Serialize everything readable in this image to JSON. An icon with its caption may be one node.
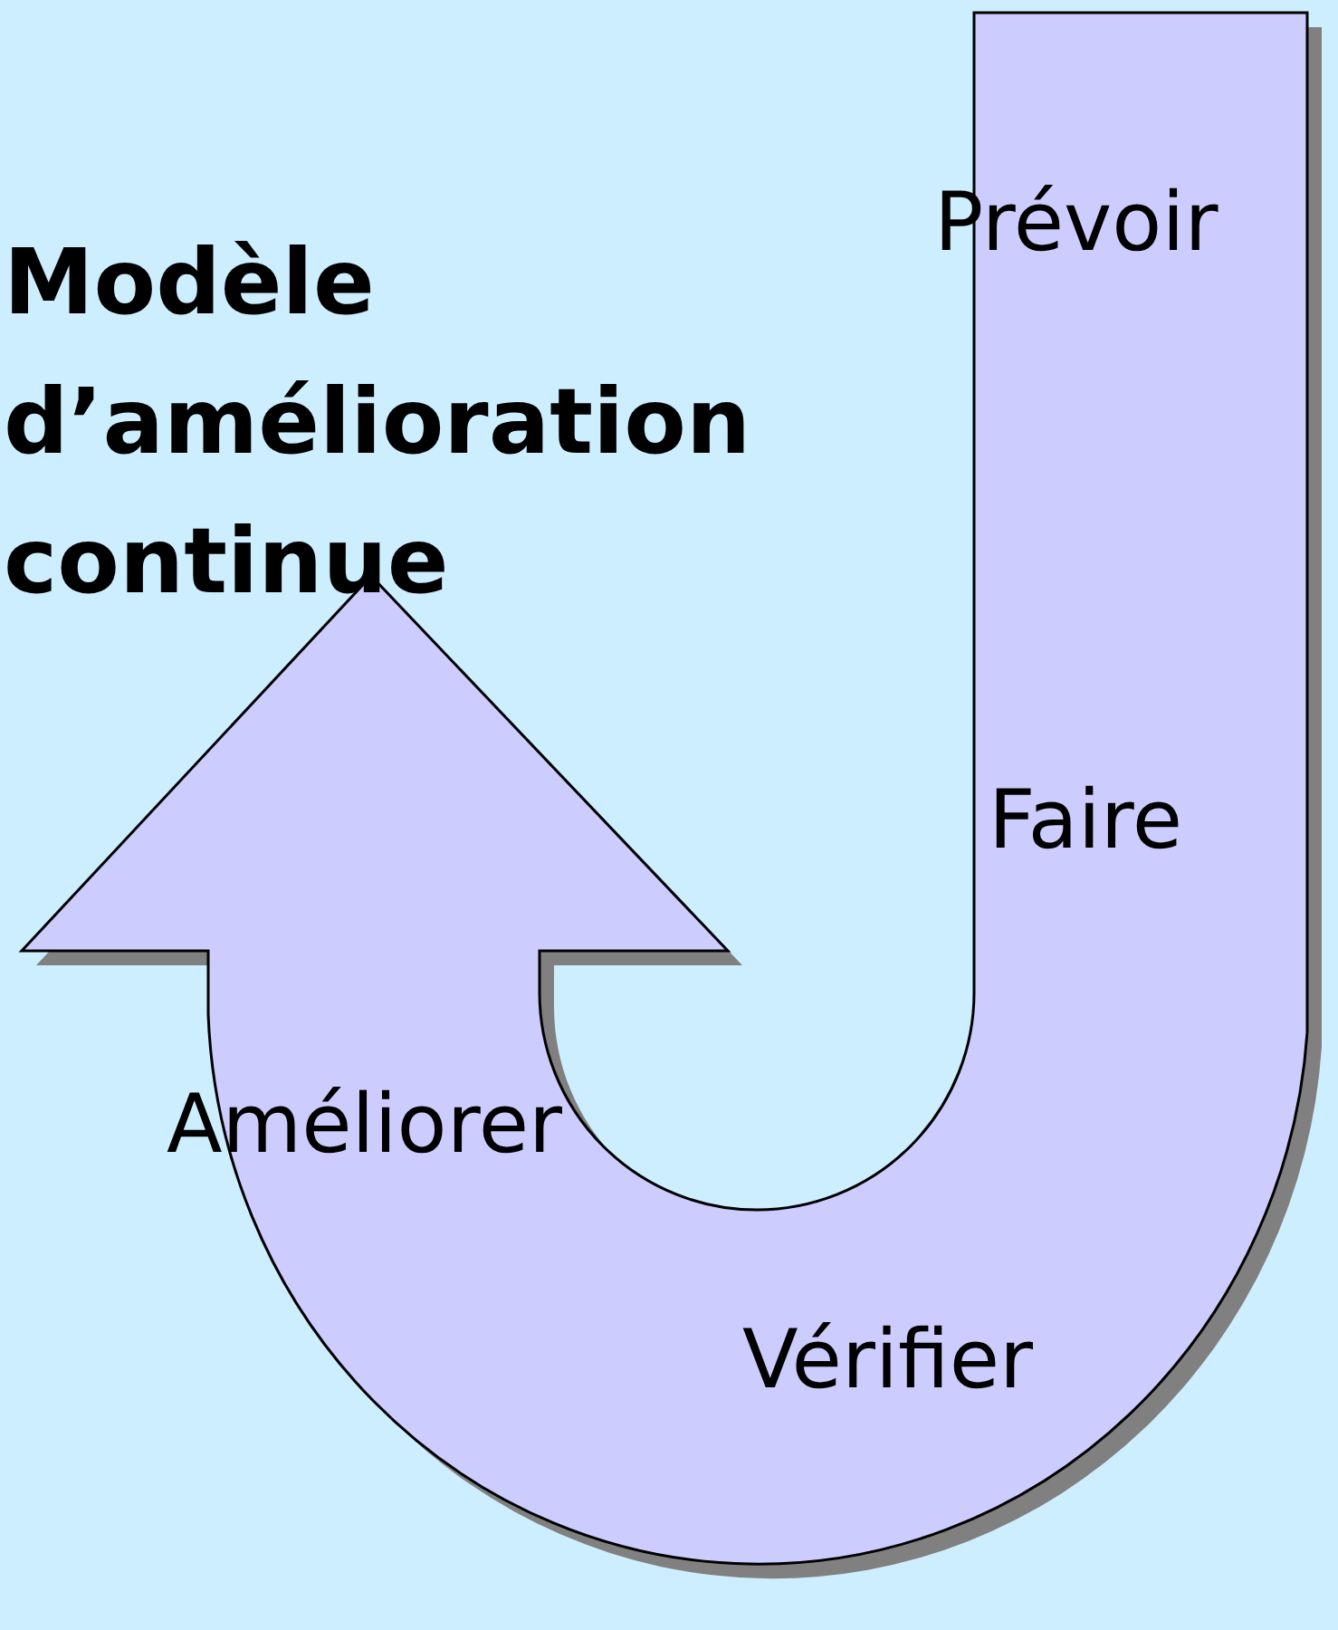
{
  "diagram": {
    "title": "Modèle d’amélioration continue",
    "nodes": [
      {
        "text": [
          "Prévoir",
          "Faire",
          "Vérifier",
          "Améliorer"
        ]
      }
    ]
  }
}
